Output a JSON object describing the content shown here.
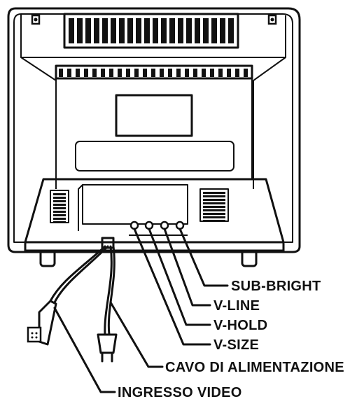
{
  "labels": {
    "sub_bright": "SUB-BRIGHT",
    "v_line": "V-LINE",
    "v_hold": "V-HOLD",
    "v_size": "V-SIZE",
    "power_cable": "CAVO DI ALIMENTAZIONE",
    "video_input": "INGRESSO VIDEO"
  },
  "colors": {
    "ink": "#111111",
    "paper": "#ffffff"
  }
}
